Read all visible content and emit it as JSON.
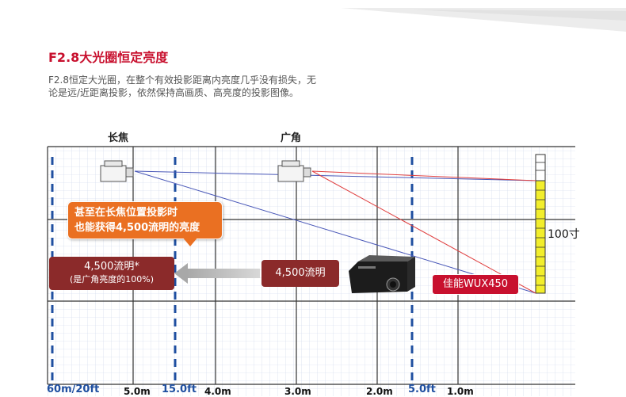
{
  "header": {
    "title": "F2.8大光圈恒定亮度",
    "description": "F2.8恒定大光圈，在整个有效投影距离内亮度几乎没有损失，无论是远/近距离投影，依然保持高画质、高亮度的投影图像。"
  },
  "diagram": {
    "tele_label": "长焦",
    "wide_label": "广角",
    "callout_line1": "甚至在长焦位置投影时",
    "callout_line2": "也能获得4,500流明的亮度",
    "tele_brightness": "4,500流明*",
    "tele_note": "(是广角亮度的100%)",
    "wide_brightness": "4,500流明",
    "model_label": "佳能WUX450",
    "screen_size": "100寸",
    "axis_labels": [
      {
        "text": "60m/20ft",
        "style": "blue"
      },
      {
        "text": "5.0m",
        "style": "black"
      },
      {
        "text": "15.0ft",
        "style": "blue"
      },
      {
        "text": "4.0m",
        "style": "black"
      },
      {
        "text": "3.0m",
        "style": "black"
      },
      {
        "text": "2.0m",
        "style": "black"
      },
      {
        "text": "5.0ft",
        "style": "blue"
      },
      {
        "text": "1.0m",
        "style": "black"
      }
    ],
    "colors": {
      "title_red": "#c8102e",
      "callout_orange": "#ea7022",
      "label_maroon": "#8b2a2a",
      "grid_blue": "#1f4fa0",
      "screen_yellow": "#f2ee2c"
    }
  }
}
